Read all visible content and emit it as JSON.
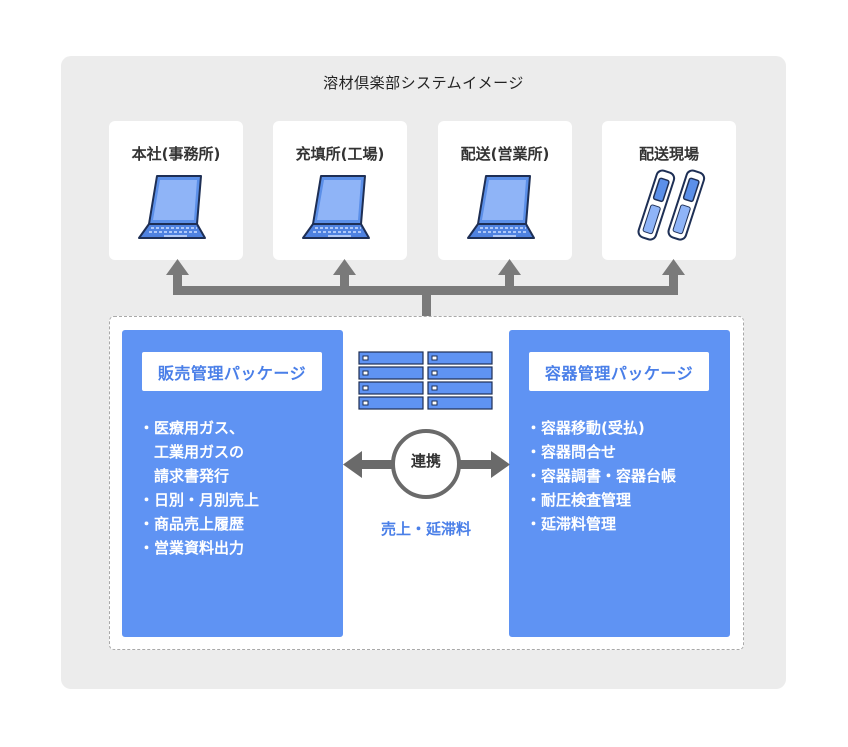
{
  "title": "溶材倶楽部システムイメージ",
  "locations": [
    {
      "label": "本社(事務所)",
      "device": "laptop-icon"
    },
    {
      "label": "充填所(工場)",
      "device": "laptop-icon"
    },
    {
      "label": "配送(営業所)",
      "device": "laptop-icon"
    },
    {
      "label": "配送現場",
      "device": "handheld-terminal-icon"
    }
  ],
  "sales_package": {
    "title": "販売管理パッケージ",
    "items": [
      "・医療用ガス、",
      "　工業用ガスの",
      "　請求書発行",
      "・日別・月別売上",
      "・商品売上履歴",
      "・営業資料出力"
    ]
  },
  "container_package": {
    "title": "容器管理パッケージ",
    "items": [
      "・容器移動(受払)",
      "・容器問合せ",
      "・容器調書・容器台帳",
      "・耐圧検査管理",
      "・延滞料管理"
    ]
  },
  "link": {
    "label": "連携",
    "data_label": "売上・延滞料"
  },
  "colors": {
    "accent": "#5f93f3",
    "arrow": "#7a7a7a",
    "device": "#5b8fe8"
  }
}
